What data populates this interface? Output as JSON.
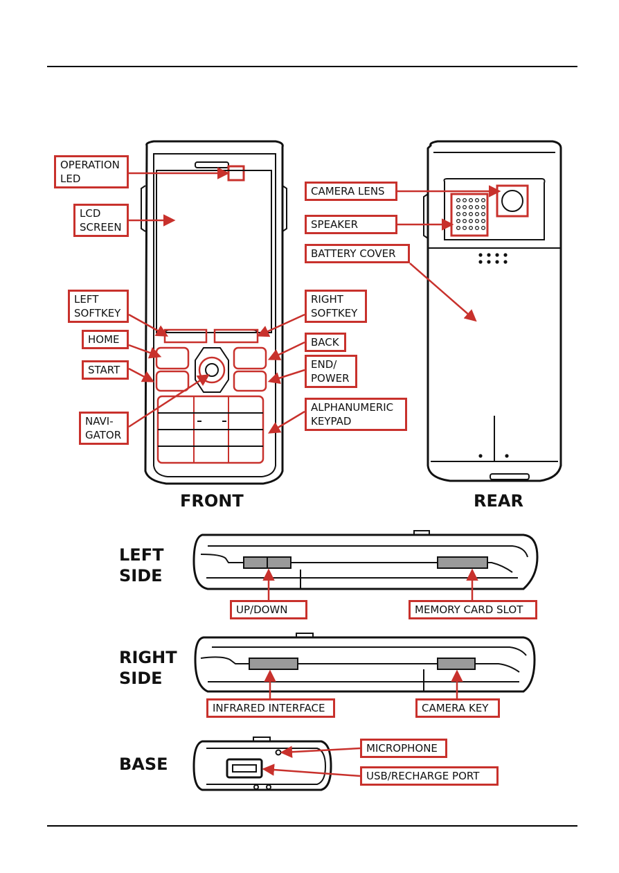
{
  "views": {
    "front": "FRONT",
    "rear": "REAR",
    "left_side_line1": "LEFT",
    "left_side_line2": "SIDE",
    "right_side_line1": "RIGHT",
    "right_side_line2": "SIDE",
    "base": "BASE"
  },
  "callouts": {
    "operation_led_1": "OPERATION",
    "operation_led_2": "LED",
    "lcd_screen_1": "LCD",
    "lcd_screen_2": "SCREEN",
    "left_softkey_1": "LEFT",
    "left_softkey_2": "SOFTKEY",
    "home": "HOME",
    "start": "START",
    "navigator_1": "NAVI-",
    "navigator_2": "GATOR",
    "right_softkey_1": "RIGHT",
    "right_softkey_2": "SOFTKEY",
    "back": "BACK",
    "end_power_1": "END/",
    "end_power_2": "POWER",
    "alphanumeric_keypad_1": "ALPHANUMERIC",
    "alphanumeric_keypad_2": "KEYPAD",
    "camera_lens": "CAMERA LENS",
    "speaker": "SPEAKER",
    "battery_cover": "BATTERY COVER",
    "up_down": "UP/DOWN",
    "memory_card_slot": "MEMORY CARD SLOT",
    "infrared_interface": "INFRARED INTERFACE",
    "camera_key": "CAMERA KEY",
    "microphone": "MICROPHONE",
    "usb_recharge_port": "USB/RECHARGE PORT"
  },
  "colors": {
    "callout_border": "#c8312c",
    "outline": "#111111",
    "slot_fill": "#9a9a9a"
  }
}
